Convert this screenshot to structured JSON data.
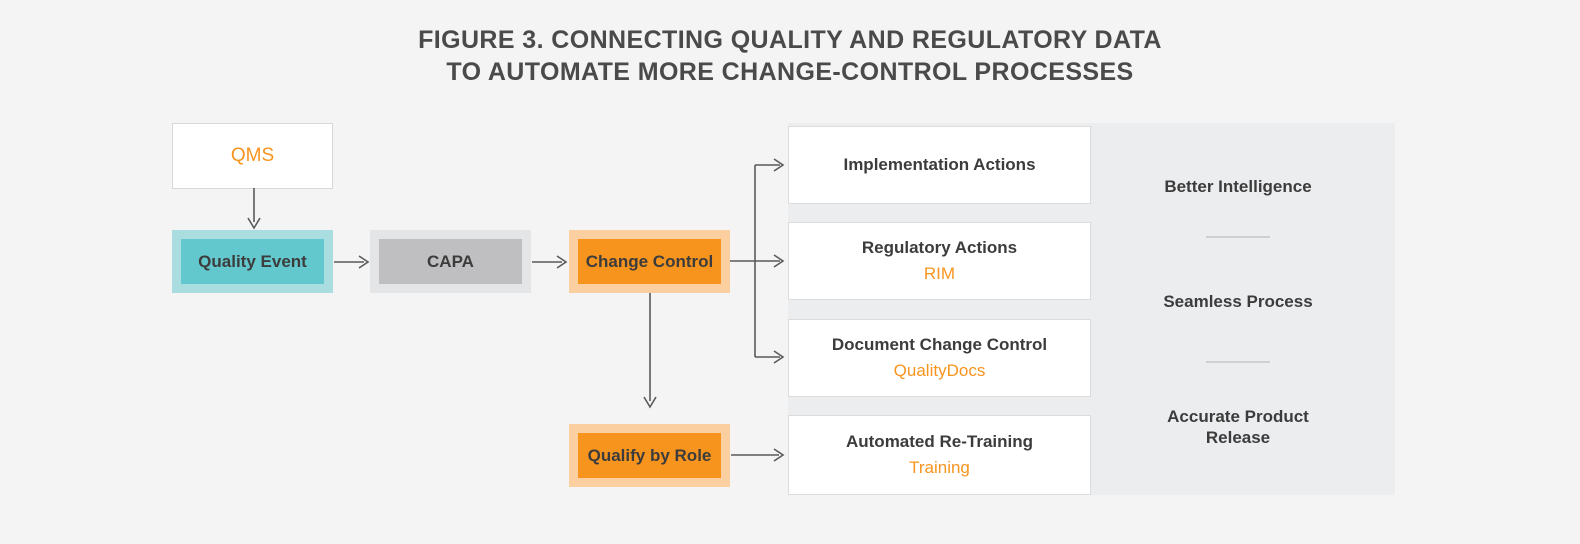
{
  "figure": {
    "title_line1": "Figure 3. Connecting Quality and Regulatory Data",
    "title_line2": "to Automate More Change-Control Processes"
  },
  "colors": {
    "background": "#f4f4f4",
    "panel": "#ecedef",
    "orange": "#f7941e",
    "orange_light": "#fbcf9f",
    "teal": "#63c8cd",
    "teal_light": "#a9dde0",
    "grey": "#bfbfc1",
    "grey_light": "#e4e5e7",
    "text_dark": "#3c3c3c",
    "arrow": "#5a5a5a"
  },
  "flow": {
    "qms": {
      "label": "QMS"
    },
    "quality_event": {
      "label": "Quality Event"
    },
    "capa": {
      "label": "CAPA"
    },
    "change_control": {
      "label": "Change Control"
    },
    "qualify_by_role": {
      "label": "Qualify by Role"
    }
  },
  "outputs": [
    {
      "title": "Implementation Actions",
      "subtitle": ""
    },
    {
      "title": "Regulatory Actions",
      "subtitle": "RIM"
    },
    {
      "title": "Document Change Control",
      "subtitle": "QualityDocs"
    },
    {
      "title": "Automated Re-Training",
      "subtitle": "Training"
    }
  ],
  "benefits": [
    {
      "label": "Better Intelligence"
    },
    {
      "label": "Seamless Process"
    },
    {
      "label": "Accurate Product Release"
    }
  ]
}
